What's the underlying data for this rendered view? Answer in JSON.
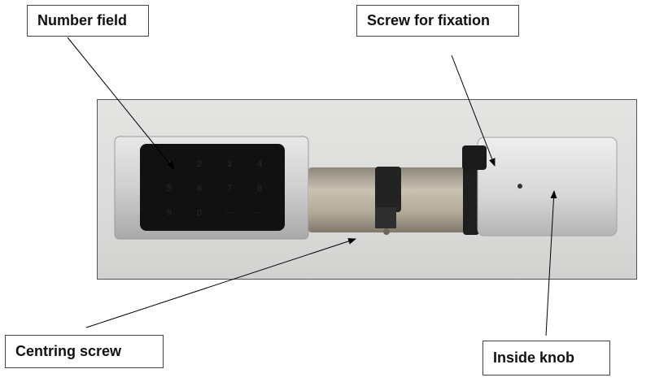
{
  "labels": {
    "number_field": "Number field",
    "screw_for_fixation": "Screw for fixation",
    "centring_screw": "Centring screw",
    "inside_knob": "Inside knob"
  },
  "keypad_digits": [
    "1",
    "2",
    "3",
    "4",
    "5",
    "6",
    "7",
    "8",
    "9",
    "0",
    "⋯",
    "⋯"
  ],
  "colors": {
    "background": "#ffffff",
    "photo_bg": "#dddddb",
    "metal": "#c9c9c9",
    "keypad_glass": "#111111",
    "brass": "#b3aa9c",
    "arrow": "#000000"
  }
}
